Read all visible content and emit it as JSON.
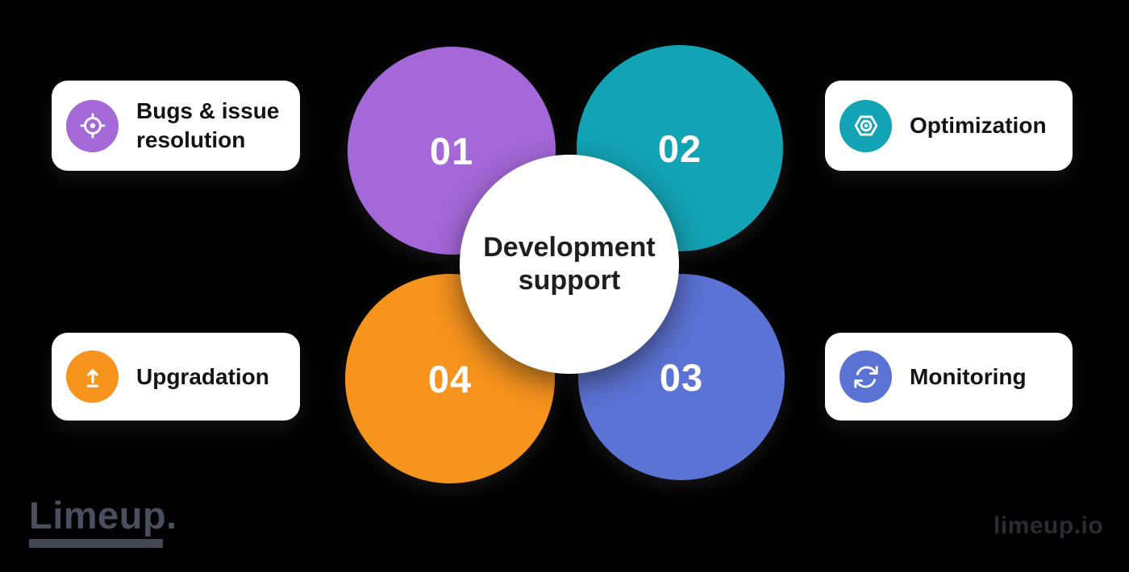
{
  "page": {
    "background_color": "#000000"
  },
  "diagram": {
    "center": {
      "label": "Development support",
      "color": "#ffffff",
      "text_color": "#1e1e1e"
    },
    "circles": [
      {
        "number": "01",
        "color": "#a468d9",
        "position": "top-left"
      },
      {
        "number": "02",
        "color": "#12a3b5",
        "position": "top-right"
      },
      {
        "number": "03",
        "color": "#5c73d6",
        "position": "bottom-right"
      },
      {
        "number": "04",
        "color": "#f7941d",
        "position": "bottom-left"
      }
    ],
    "cards": [
      {
        "label": "Bugs & issue resolution",
        "icon": "target-icon",
        "icon_color": "#a468d9",
        "position": "top-left"
      },
      {
        "label": "Optimization",
        "icon": "hexagon-nut-icon",
        "icon_color": "#12a3b5",
        "position": "top-right"
      },
      {
        "label": "Upgradation",
        "icon": "upload-icon",
        "icon_color": "#f7941d",
        "position": "bottom-left"
      },
      {
        "label": "Monitoring",
        "icon": "sync-icon",
        "icon_color": "#5c73d6",
        "position": "bottom-right"
      }
    ]
  },
  "footer": {
    "logo_text": "Limeup.",
    "logo_color": "#4a4f5d",
    "website": "limeup.io",
    "website_color": "#2b2b30"
  }
}
